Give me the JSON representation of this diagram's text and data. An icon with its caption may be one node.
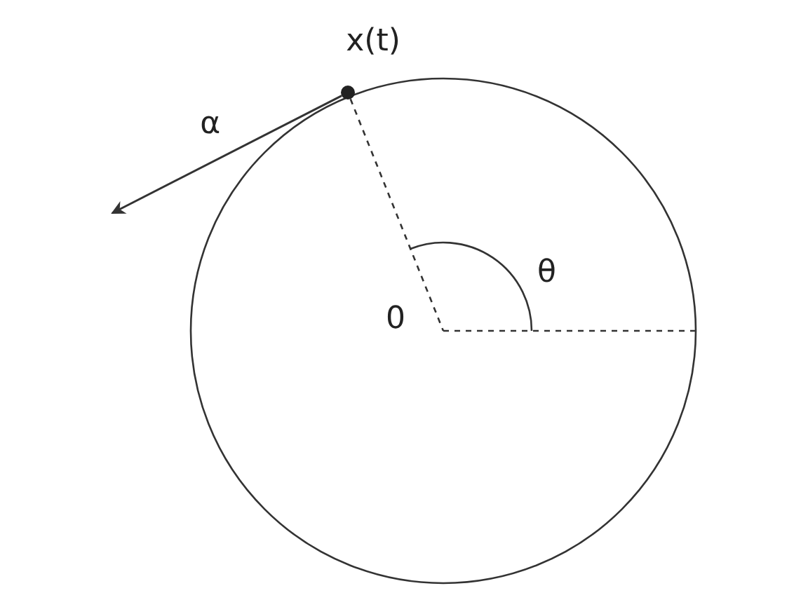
{
  "diagram": {
    "nodes": [
      {
        "text": [
          "x(t)"
        ]
      },
      {
        "text": [
          "0"
        ]
      }
    ],
    "edges": [
      {
        "from": 0,
        "to": null,
        "arrow": "to",
        "label": "α"
      },
      {
        "from": 0,
        "to": 1,
        "arrow": "none",
        "style": "dashed"
      }
    ],
    "labels": [
      "θ"
    ]
  }
}
